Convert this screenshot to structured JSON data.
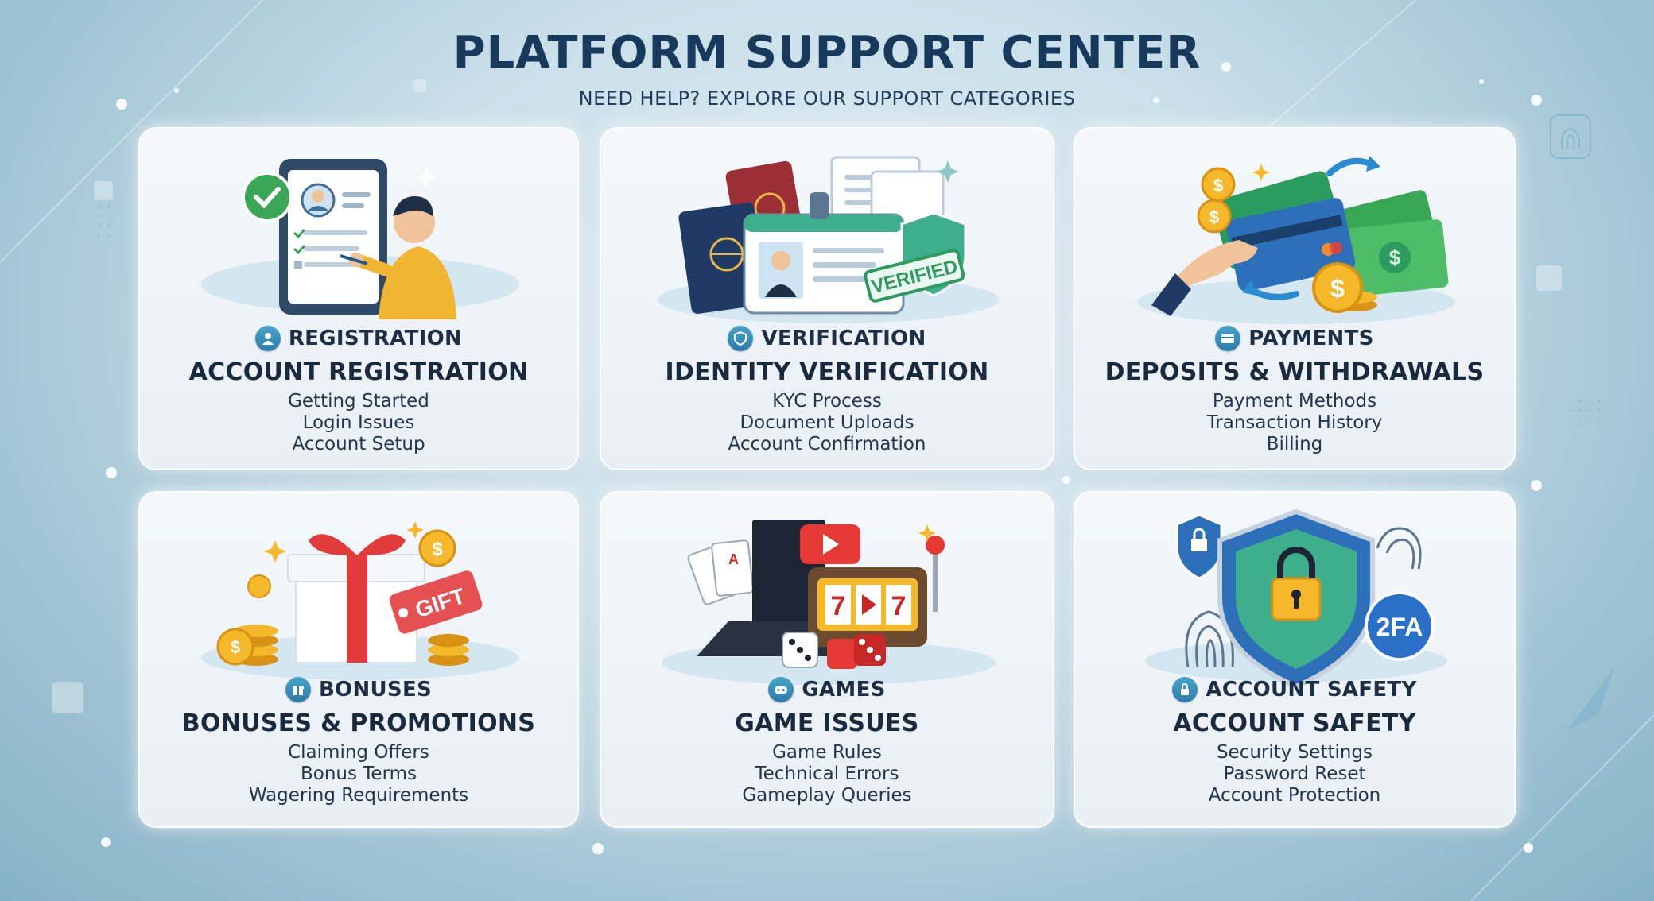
{
  "header": {
    "title": "PLATFORM SUPPORT CENTER",
    "subtitle": "NEED HELP? EXPLORE OUR SUPPORT CATEGORIES"
  },
  "cards": [
    {
      "category": "REGISTRATION",
      "title": "ACCOUNT REGISTRATION",
      "items": [
        "Getting Started",
        "Login Issues",
        "Account Setup"
      ],
      "icon": "user-icon",
      "illustration": "tablet-form-illustration"
    },
    {
      "category": "VERIFICATION",
      "title": "IDENTITY VERIFICATION",
      "items": [
        "KYC Process",
        "Document Uploads",
        "Account Confirmation"
      ],
      "icon": "shield-icon",
      "illustration": "id-documents-illustration",
      "stamp": "VERIFIED"
    },
    {
      "category": "PAYMENTS",
      "title": "DEPOSITS & WITHDRAWALS",
      "items": [
        "Payment Methods",
        "Transaction History",
        "Billing"
      ],
      "icon": "card-icon",
      "illustration": "money-cards-illustration"
    },
    {
      "category": "BONUSES",
      "title": "BONUSES & PROMOTIONS",
      "items": [
        "Claiming Offers",
        "Bonus Terms",
        "Wagering Requirements"
      ],
      "icon": "gift-icon",
      "illustration": "gift-coins-illustration",
      "tag": "GIFT"
    },
    {
      "category": "GAMES",
      "title": "GAME ISSUES",
      "items": [
        "Game Rules",
        "Technical Errors",
        "Gameplay Queries"
      ],
      "icon": "gamepad-icon",
      "illustration": "games-illustration"
    },
    {
      "category": "ACCOUNT SAFETY",
      "title": "ACCOUNT SAFETY",
      "items": [
        "Security Settings",
        "Password Reset",
        "Account Protection"
      ],
      "icon": "lock-icon",
      "illustration": "security-illustration",
      "badge": "2FA"
    }
  ],
  "colors": {
    "title": "#173a5c",
    "accent": "#2b7ca8",
    "card_bg": "#eef4f8"
  }
}
